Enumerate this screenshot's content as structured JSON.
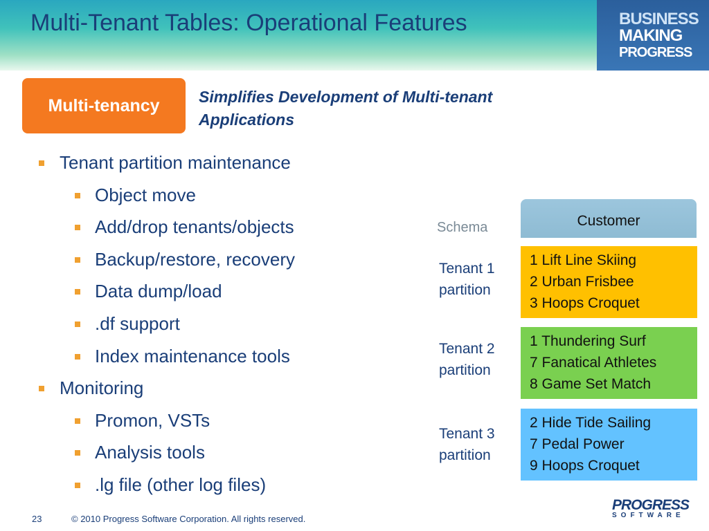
{
  "header": {
    "title": "Multi-Tenant Tables: Operational Features"
  },
  "brand": {
    "line1": "BUSINESS",
    "line2": "MAKING",
    "line3": "PROGRESS"
  },
  "tag": {
    "label": "Multi-tenancy"
  },
  "subtitle": {
    "line1": "Simplifies Development of Multi-tenant",
    "line2": "Applications"
  },
  "bullets": [
    "Tenant partition maintenance",
    "Object move",
    "Add/drop tenants/objects",
    "Backup/restore, recovery",
    "Data dump/load",
    ".df support",
    "Index maintenance tools",
    "Monitoring",
    "Promon, VSTs",
    "Analysis tools",
    ".lg file (other log files)"
  ],
  "diagram": {
    "schema_label": "Schema",
    "table_name": "Customer",
    "tenants": [
      {
        "label_line1": "Tenant 1",
        "label_line2": "partition",
        "rows": [
          "1  Lift Line Skiing",
          "2  Urban Frisbee",
          "3  Hoops Croquet"
        ]
      },
      {
        "label_line1": "Tenant 2",
        "label_line2": "partition",
        "rows": [
          "1 Thundering Surf",
          "7  Fanatical Athletes",
          "8  Game Set Match"
        ]
      },
      {
        "label_line1": "Tenant 3",
        "label_line2": "partition",
        "rows": [
          "2  Hide Tide Sailing",
          "7  Pedal Power",
          "9  Hoops Croquet"
        ]
      }
    ]
  },
  "footer": {
    "page_number": "23",
    "copyright": "© 2010 Progress Software Corporation. All rights reserved.",
    "logo_top": "PROGRESS",
    "logo_bottom": "SOFTWARE"
  }
}
